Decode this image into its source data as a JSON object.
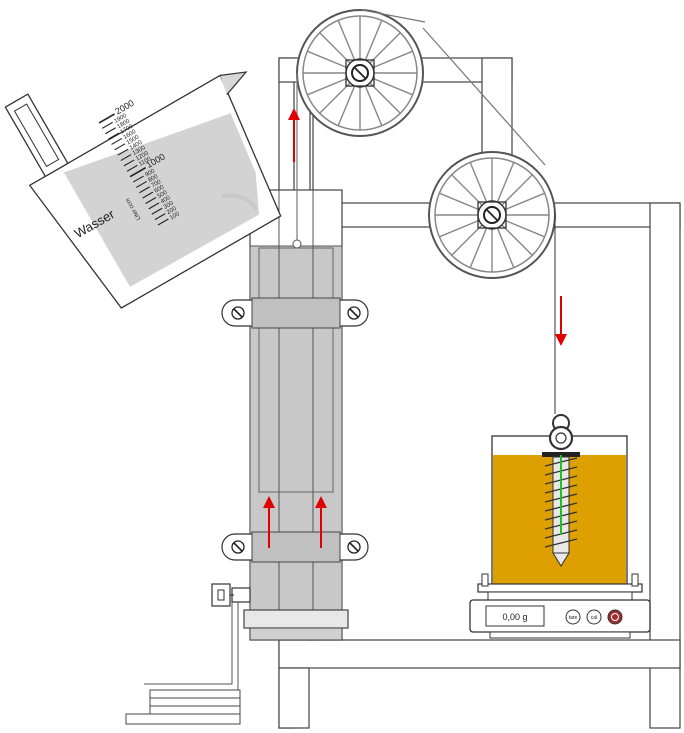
{
  "jug": {
    "label": "Wasser",
    "unit_label": "Liter ccm",
    "big_marks": [
      "2000",
      "1000"
    ],
    "small_marks": [
      "1900",
      "1800",
      "1700",
      "1600",
      "1500",
      "1400",
      "1300",
      "1200",
      "1100",
      "900",
      "800",
      "700",
      "600",
      "500",
      "400",
      "300",
      "200",
      "100"
    ]
  },
  "balance": {
    "display": "0,00 g",
    "buttons": [
      "tare",
      "cal"
    ]
  },
  "colors": {
    "water": "#c8c8c8",
    "liquid": "#dea000",
    "arrow": "#e00000",
    "power_button": "#a03030",
    "bolt_stripe": "#22c022"
  },
  "icons": [
    "power-icon",
    "tare-icon",
    "cal-icon"
  ]
}
